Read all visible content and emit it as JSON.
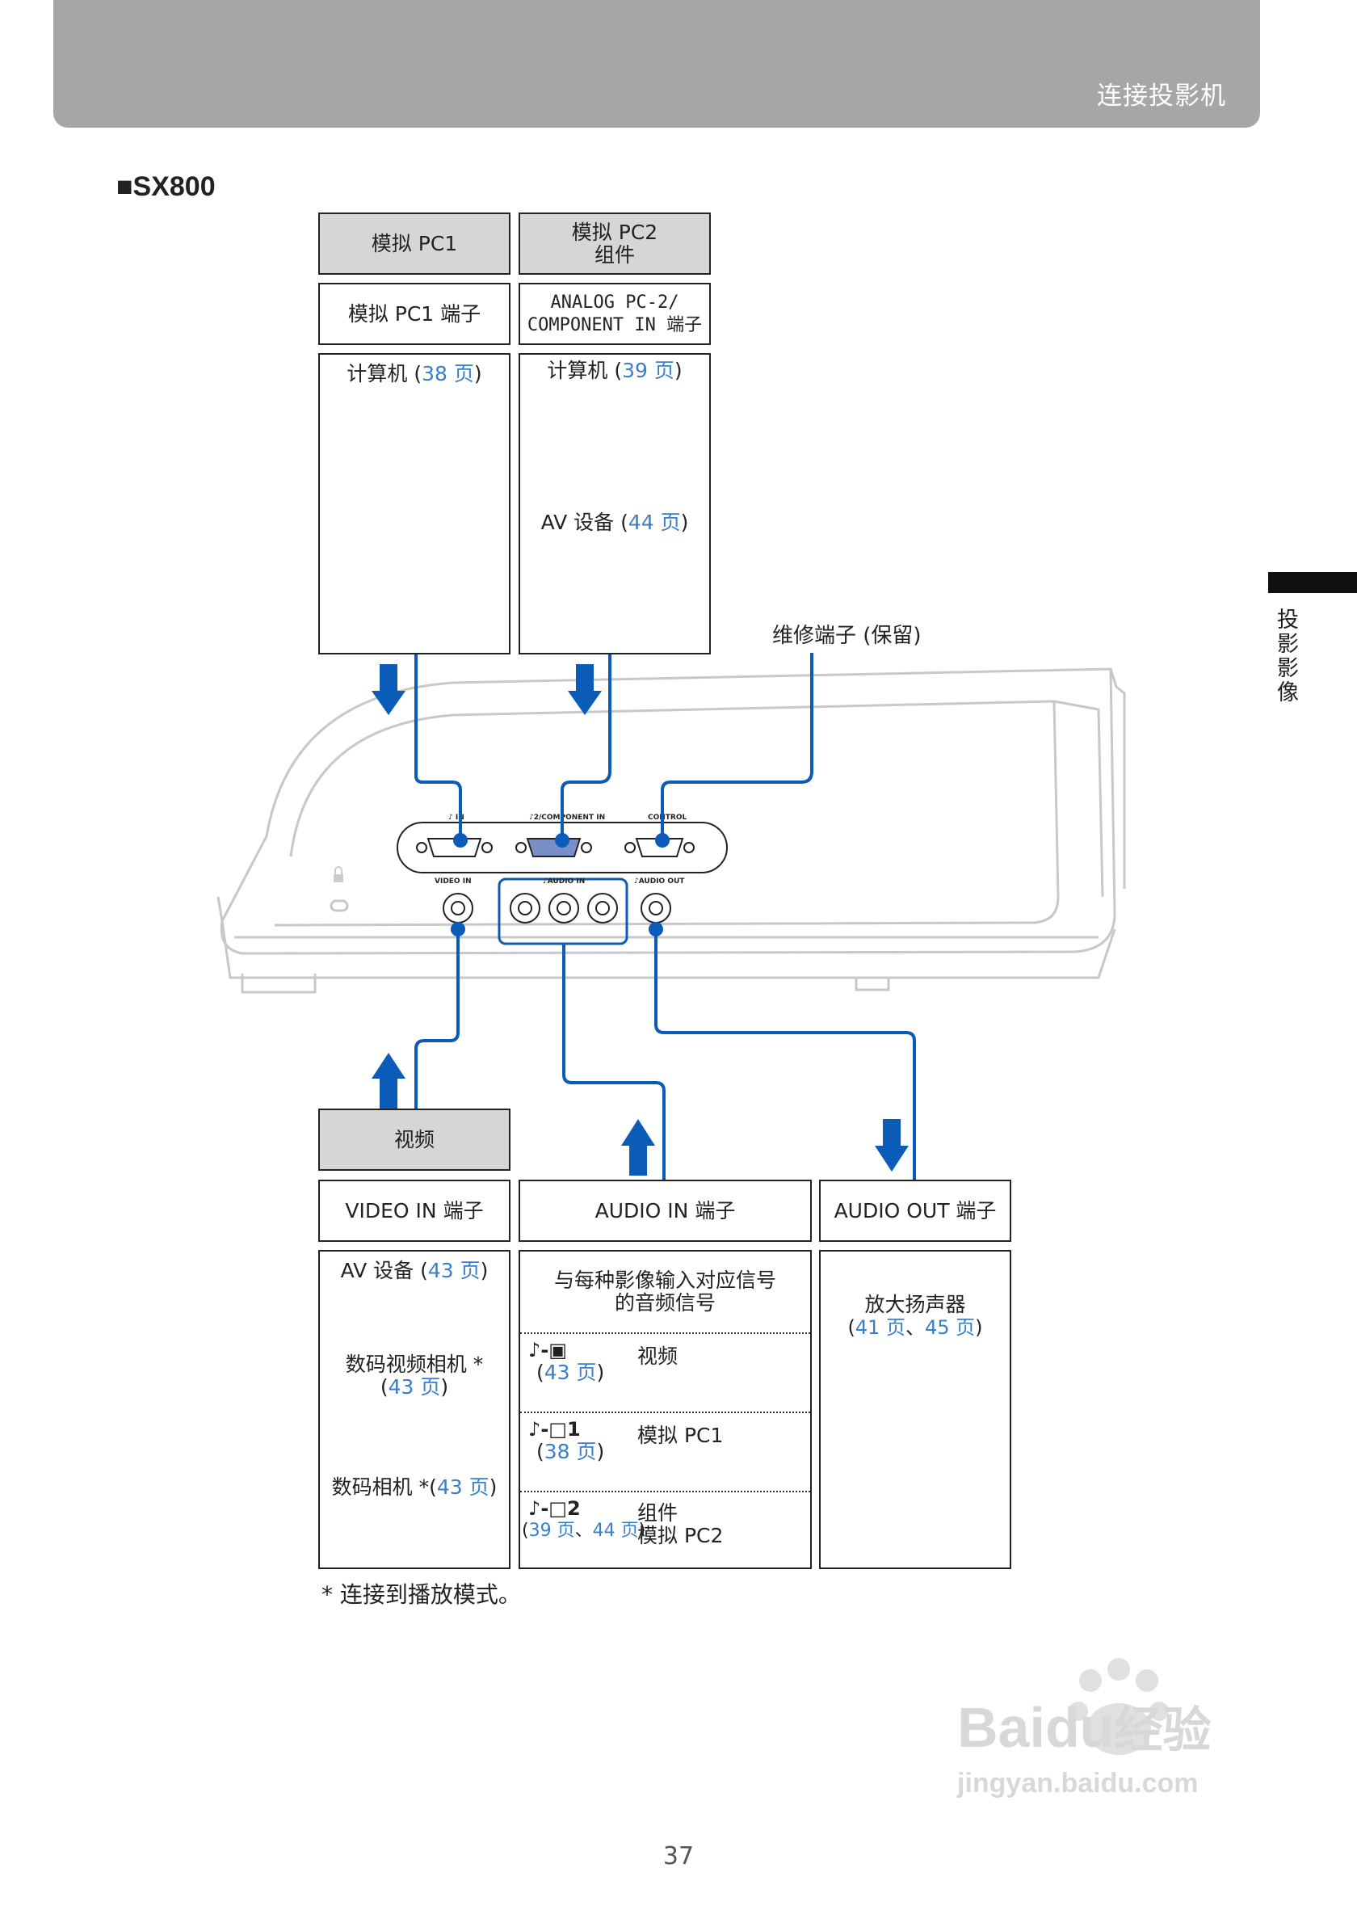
{
  "header": {
    "title": "连接投影机"
  },
  "model": "■SX800",
  "side_tab": {
    "label": "投影影像"
  },
  "top": {
    "pc1": {
      "head": "模拟 PC1",
      "terminal": "模拟 PC1 端子",
      "dev_label": "计算机 (",
      "dev_ref": "38 页",
      "dev_close": ")"
    },
    "pc2": {
      "head_line1": "模拟 PC2",
      "head_line2": "组件",
      "terminal_line1": "ANALOG PC-2/",
      "terminal_line2": "COMPONENT  IN 端子",
      "dev1_label": "计算机 (",
      "dev1_ref": "39 页",
      "dev1_close": ")",
      "dev2_label": "AV 设备 (",
      "dev2_ref": "44 页",
      "dev2_close": ")"
    },
    "maintenance": "维修端子 (保留)"
  },
  "panel": {
    "pc1_in": "♪ IN",
    "pc2_in": "♪2/COMPONENT IN",
    "control": "CONTROL",
    "video_in": "VIDEO IN",
    "audio_in": "♪AUDIO IN",
    "audio_out": "♪AUDIO OUT"
  },
  "bottom": {
    "video": {
      "head": "视频",
      "terminal": "VIDEO  IN 端子",
      "dev1_label": "AV 设备 (",
      "dev1_ref": "43 页",
      "dev1_close": ")",
      "dev2_line1": "数码视频相机 *",
      "dev2_open": "(",
      "dev2_ref": "43 页",
      "dev2_close": ")",
      "dev3_label": "数码相机 *(",
      "dev3_ref": "43 页",
      "dev3_close": ")"
    },
    "audio_in": {
      "terminal": "AUDIO  IN 端子",
      "desc_line1": "与每种影像输入对应信号",
      "desc_line2": "的音频信号",
      "row1_sig": "♪-▣",
      "row1_ref": "43 页",
      "row1_text": "视频",
      "row2_sig": "♪-□1",
      "row2_ref": "38 页",
      "row2_text": "模拟 PC1",
      "row3_sig": "♪-□2",
      "row3_ref_a": "39 页",
      "row3_sep": "、",
      "row3_ref_b": "44 页",
      "row3_text1": "组件",
      "row3_text2": "模拟 PC2",
      "open": "(",
      "close": ")"
    },
    "audio_out": {
      "terminal": "AUDIO  OUT 端子",
      "dev_line1": "放大扬声器",
      "dev_open": "(",
      "dev_ref_a": "41 页",
      "dev_sep": "、",
      "dev_ref_b": "45 页",
      "dev_close": ")"
    }
  },
  "footnote": "*  连接到播放模式。",
  "page_number": "37",
  "watermark": {
    "line1": "Bai",
    "line2": "du",
    "line3": "经验",
    "url": "jingyan.baidu.com"
  },
  "colors": {
    "accent": "#0a5cb8",
    "link": "#3a7fc8",
    "header": "#a6a6a6"
  }
}
